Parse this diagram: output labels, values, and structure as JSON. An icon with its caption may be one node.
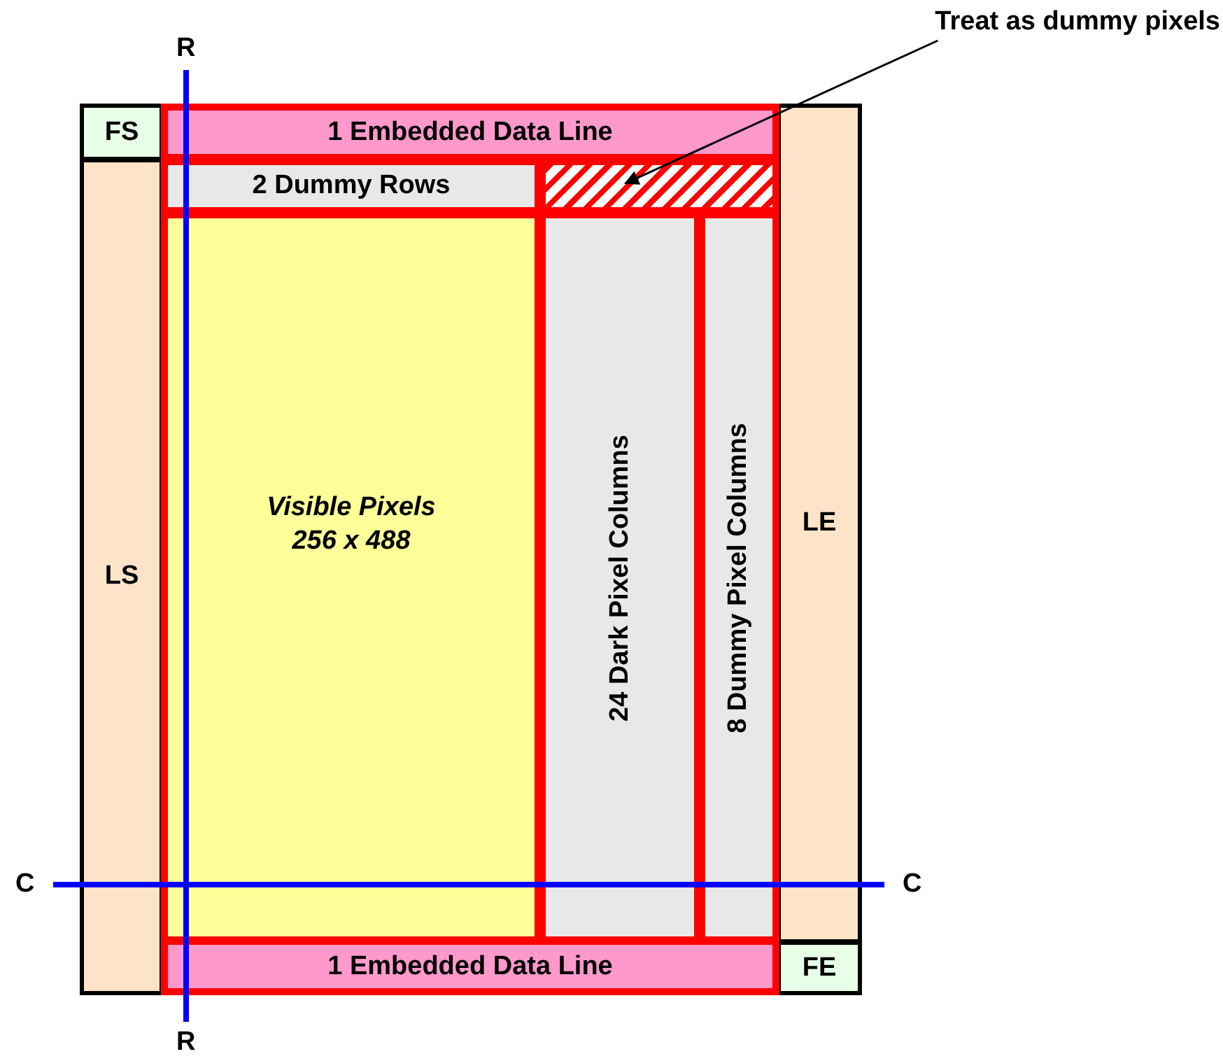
{
  "diagram": {
    "nodes": [
      {
        "text": [
          "FS"
        ]
      },
      {
        "text": [
          "1 Embedded Data Line"
        ]
      },
      {
        "text": [
          "LS"
        ]
      },
      {
        "text": [
          "2 Dummy Rows"
        ]
      },
      {
        "text": [],
        "shape": "box"
      },
      {
        "text": [
          "Visible Pixels",
          "256 x 488"
        ]
      },
      {
        "text": [
          "24 Dark Pixel Columns"
        ]
      },
      {
        "text": [
          "8 Dummy Pixel Columns"
        ]
      },
      {
        "text": [
          "LE"
        ]
      },
      {
        "text": [
          "1 Embedded Data Line"
        ]
      },
      {
        "text": [
          "FE"
        ]
      },
      {
        "text": [
          "Treat as dummy pixels"
        ]
      }
    ],
    "edges": [
      {
        "from": 11,
        "to": 4,
        "arrow": "to"
      }
    ],
    "labels": [
      "R",
      "C",
      "C",
      "R"
    ]
  }
}
